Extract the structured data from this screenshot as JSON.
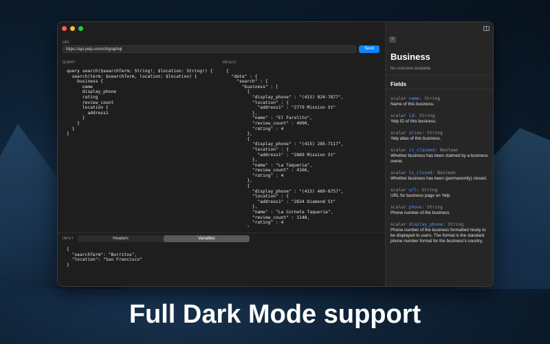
{
  "headline": "Full Dark Mode support",
  "url": {
    "label": "URL",
    "value": "https://api.yelp.com/v3/graphql",
    "send_label": "Send"
  },
  "labels": {
    "query": "QUERY",
    "result": "RESULT",
    "input": "INPUT"
  },
  "query_code": "query search($searchTerm: String!, $location: String!) {\n  search(term: $searchTerm, location: $location) {\n    business {\n      name\n      display_phone\n      rating\n      review_count\n      location {\n        address1\n      }\n    }\n  }\n}",
  "result_code": "{\n  \"data\" : {\n    \"search\" : {\n      \"business\" : [\n        {\n          \"display_phone\" : \"(415) 824-7877\",\n          \"location\" : {\n            \"address1\" : \"2779 Mission St\"\n          },\n          \"name\" : \"El Farolito\",\n          \"review_count\" : 4990,\n          \"rating\" : 4\n        },\n        {\n          \"display_phone\" : \"(415) 285-7117\",\n          \"location\" : {\n            \"address1\" : \"2889 Mission St\"\n          },\n          \"name\" : \"La Taqueria\",\n          \"review_count\" : 4166,\n          \"rating\" : 4\n        },\n        {\n          \"display_phone\" : \"(415) 469-8757\",\n          \"location\" : {\n            \"address1\" : \"2834 Diamond St\"\n          },\n          \"name\" : \"La Corneta Taqueria\",\n          \"review_count\" : 1148,\n          \"rating\" : 4\n        },",
  "tabs": {
    "headers": "Headers",
    "variables": "Variables"
  },
  "variables_code": "{\n  \"searchTerm\": \"Burritos\",\n  \"location\": \"San Francisco\"\n}",
  "sidebar": {
    "back_glyph": "<",
    "type_name": "Business",
    "overview": "No overview available",
    "fields_title": "Fields",
    "fields": [
      {
        "kind": "scalar",
        "name": "name",
        "type": "String",
        "desc": "Name of this business."
      },
      {
        "kind": "scalar",
        "name": "id",
        "type": "String",
        "desc": "Yelp ID of this business."
      },
      {
        "kind": "scalar",
        "name": "alias",
        "type": "String",
        "desc": "Yelp alias of this business."
      },
      {
        "kind": "scalar",
        "name": "is_claimed",
        "type": "Boolean",
        "desc": "Whether business has been claimed by a business owner."
      },
      {
        "kind": "scalar",
        "name": "is_closed",
        "type": "Boolean",
        "desc": "Whether business has been (permanently) closed."
      },
      {
        "kind": "scalar",
        "name": "url",
        "type": "String",
        "desc": "URL for business page on Yelp."
      },
      {
        "kind": "scalar",
        "name": "phone",
        "type": "String",
        "desc": "Phone number of the business."
      },
      {
        "kind": "scalar",
        "name": "display_phone",
        "type": "String",
        "desc": "Phone number of the business formatted nicely to be displayed to users. The format is the standard phone number format for the business's country."
      }
    ]
  },
  "colors": {
    "accent": "#0a84ff",
    "field_name": "#4a9cff",
    "window_bg": "#1e1e1e",
    "sidebar_bg": "#262626"
  }
}
